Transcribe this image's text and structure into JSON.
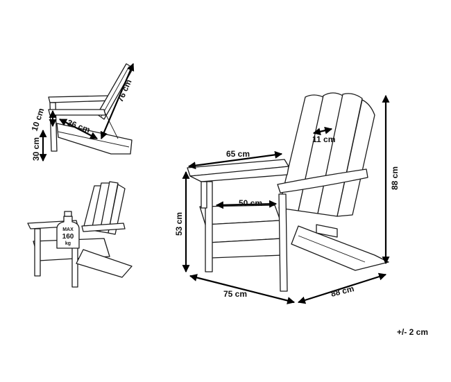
{
  "dimensions": {
    "back_height": "76 cm",
    "seat_depth": "36 cm",
    "seat_front_height": "10 cm",
    "seat_height_side": "30 cm",
    "armrest_width": "65 cm",
    "slat_width": "11 cm",
    "total_height": "88 cm",
    "seat_width": "50 cm",
    "armrest_height": "53 cm",
    "width": "75 cm",
    "depth": "88 cm"
  },
  "load_label": {
    "max": "MAX",
    "value": "160",
    "unit": "kg"
  },
  "tolerance": "+/- 2 cm"
}
